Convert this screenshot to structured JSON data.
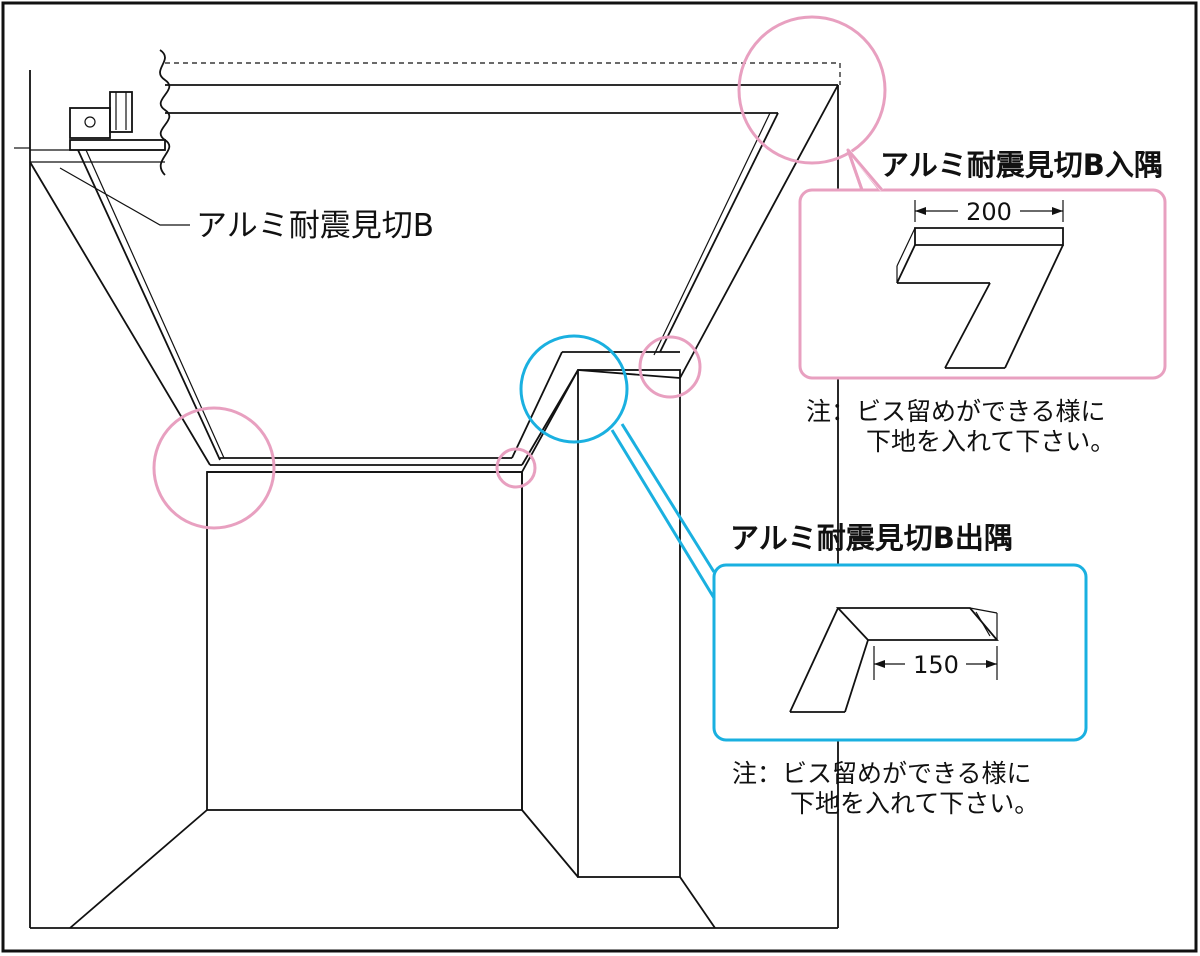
{
  "labels": {
    "material": "アルミ耐震見切B"
  },
  "callout_inner": {
    "title": "アルミ耐震見切B入隅",
    "dimension": "200",
    "color": "#e8a0c0",
    "note_line1": "注：ビス留めができる様に",
    "note_line2": "下地を入れて下さい。"
  },
  "callout_outer": {
    "title": "アルミ耐震見切B出隅",
    "dimension": "150",
    "color": "#1ab0e0",
    "note_line1": "注：ビス留めができる様に",
    "note_line2": "下地を入れて下さい。"
  }
}
